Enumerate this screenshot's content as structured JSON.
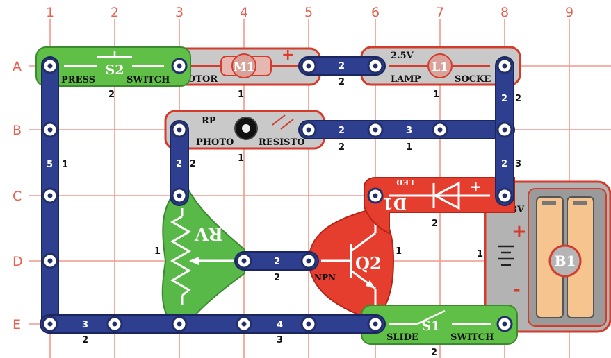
{
  "grid": {
    "columns": [
      "1",
      "2",
      "3",
      "4",
      "5",
      "6",
      "7",
      "8",
      "9"
    ],
    "rows": [
      "A",
      "B",
      "C",
      "D",
      "E"
    ]
  },
  "components": {
    "s2": {
      "id": "S2",
      "left": "PRESS",
      "right": "SWITCH",
      "level": "2"
    },
    "m1": {
      "id": "M1",
      "text": "OTOR",
      "level": "1",
      "plus": "+"
    },
    "lamp": {
      "id": "L1",
      "volt": "2.5V",
      "left": "LAMP",
      "right": "SOCKE",
      "level": "1"
    },
    "rp": {
      "id": "RP",
      "left": "PHOTO",
      "right": "RESISTO",
      "level": "1"
    },
    "rv": {
      "id": "RV",
      "level": "1"
    },
    "q2": {
      "id": "Q2",
      "type": "NPN",
      "level": "1"
    },
    "d1": {
      "id": "D1",
      "text": "LED",
      "plus": "+",
      "level": "2"
    },
    "b1": {
      "id": "B1",
      "volt": "3V",
      "plus": "+",
      "minus": "-",
      "level": "1"
    },
    "s1": {
      "id": "S1",
      "left": "SLIDE",
      "right": "SWITCH",
      "level": "2"
    }
  },
  "wires": {
    "a56": {
      "n": "2",
      "level": "2"
    },
    "b56": {
      "n": "2",
      "level": "2"
    },
    "b67": {
      "n": "3",
      "level": "1"
    },
    "a8b8": {
      "n": "2",
      "level": "2"
    },
    "b8c8": {
      "n": "2",
      "level": "3"
    },
    "left": {
      "n": "5",
      "level": "1"
    },
    "b3c3": {
      "n": "2",
      "level": "2"
    },
    "d45": {
      "n": "2",
      "level": "2"
    },
    "e13": {
      "n": "3",
      "level": "2"
    },
    "e35": {
      "n": "4",
      "level": "3"
    }
  }
}
